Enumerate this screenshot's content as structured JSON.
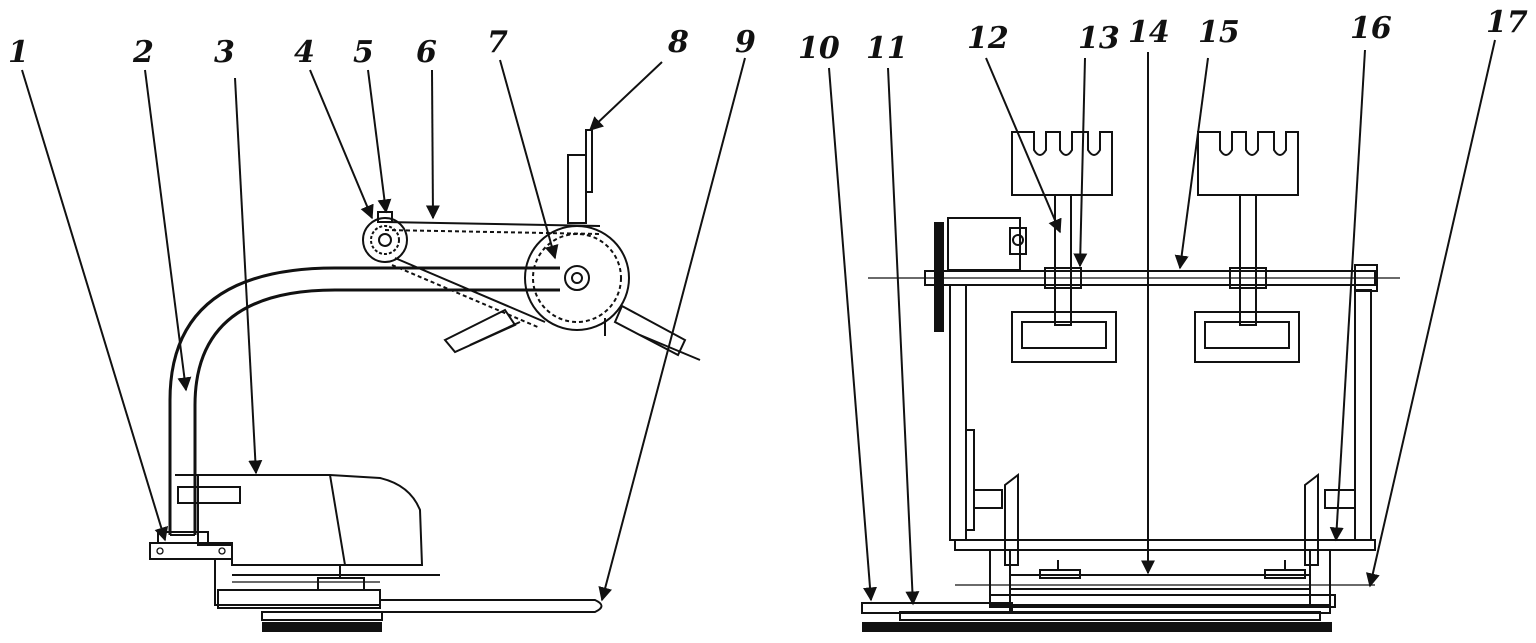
{
  "figure": {
    "labels": [
      "1",
      "2",
      "3",
      "4",
      "5",
      "6",
      "7",
      "8",
      "9",
      "10",
      "11",
      "12",
      "13",
      "14",
      "15",
      "16",
      "17"
    ]
  },
  "colors": {
    "ink": "#111111",
    "background": "#ffffff"
  }
}
